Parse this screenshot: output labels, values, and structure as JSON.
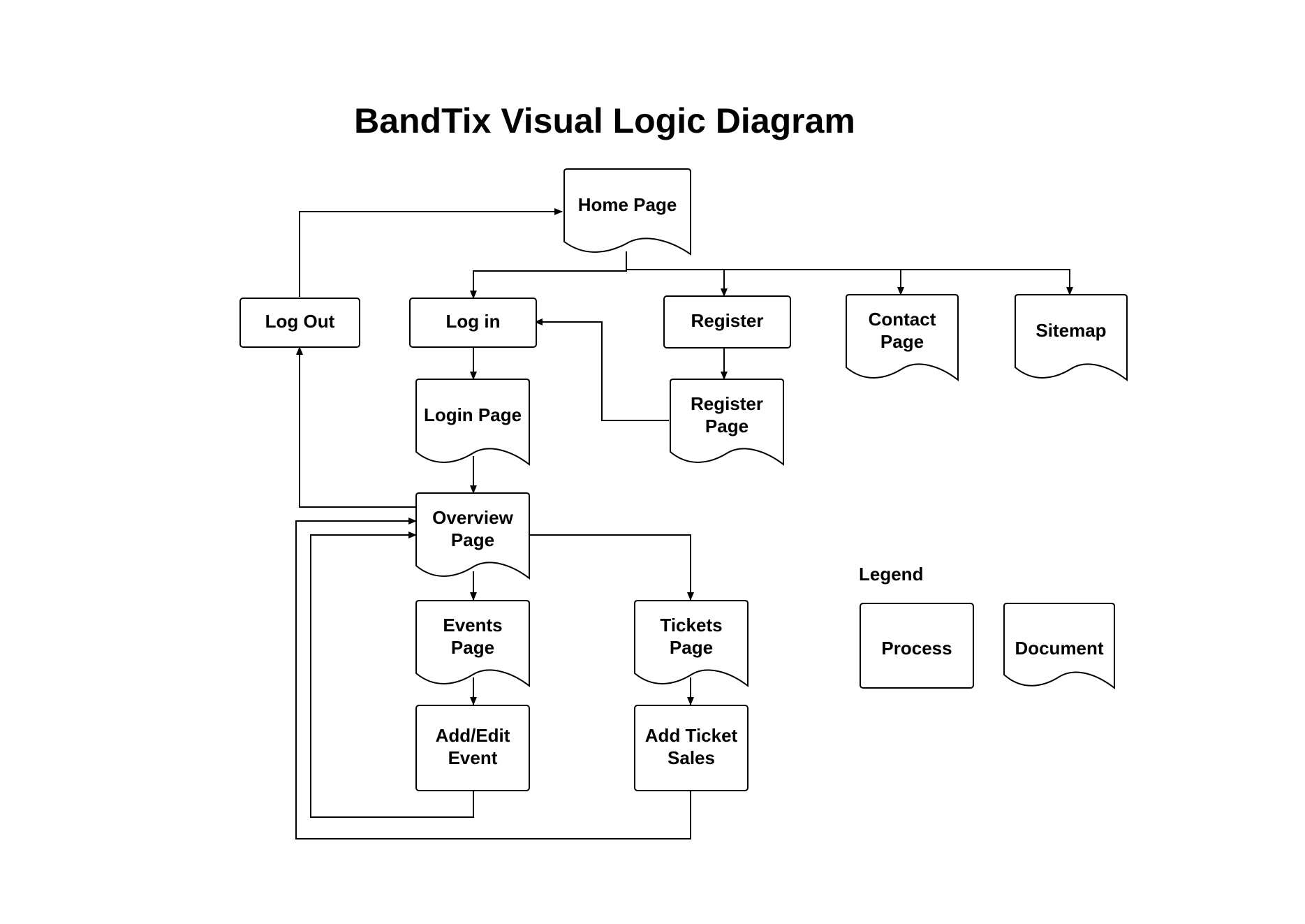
{
  "title": "BandTix Visual Logic Diagram",
  "nodes": {
    "home": {
      "type": "document",
      "lines": [
        "Home Page"
      ]
    },
    "logout": {
      "type": "process",
      "lines": [
        "Log Out"
      ]
    },
    "login": {
      "type": "process",
      "lines": [
        "Log in"
      ]
    },
    "register": {
      "type": "process",
      "lines": [
        "Register"
      ]
    },
    "contact": {
      "type": "document",
      "lines": [
        "Contact",
        "Page"
      ]
    },
    "sitemap": {
      "type": "document",
      "lines": [
        "Sitemap"
      ]
    },
    "login_page": {
      "type": "document",
      "lines": [
        "Login Page"
      ]
    },
    "register_page": {
      "type": "document",
      "lines": [
        "Register",
        "Page"
      ]
    },
    "overview": {
      "type": "document",
      "lines": [
        "Overview",
        "Page"
      ]
    },
    "events": {
      "type": "document",
      "lines": [
        "Events",
        "Page"
      ]
    },
    "tickets": {
      "type": "document",
      "lines": [
        "Tickets",
        "Page"
      ]
    },
    "add_edit_event": {
      "type": "process",
      "lines": [
        "Add/Edit",
        "Event"
      ]
    },
    "add_ticket_sales": {
      "type": "process",
      "lines": [
        "Add Ticket",
        "Sales"
      ]
    }
  },
  "edges": [
    {
      "from": "home",
      "to": "login"
    },
    {
      "from": "home",
      "to": "register"
    },
    {
      "from": "home",
      "to": "contact"
    },
    {
      "from": "home",
      "to": "sitemap"
    },
    {
      "from": "logout",
      "to": "home"
    },
    {
      "from": "login",
      "to": "login_page"
    },
    {
      "from": "register",
      "to": "register_page"
    },
    {
      "from": "register_page",
      "to": "login"
    },
    {
      "from": "login_page",
      "to": "overview"
    },
    {
      "from": "overview",
      "to": "logout"
    },
    {
      "from": "overview",
      "to": "events"
    },
    {
      "from": "overview",
      "to": "tickets"
    },
    {
      "from": "events",
      "to": "add_edit_event"
    },
    {
      "from": "tickets",
      "to": "add_ticket_sales"
    },
    {
      "from": "add_edit_event",
      "to": "overview"
    },
    {
      "from": "add_ticket_sales",
      "to": "overview"
    }
  ],
  "legend": {
    "title": "Legend",
    "process_label": "Process",
    "document_label": "Document"
  }
}
